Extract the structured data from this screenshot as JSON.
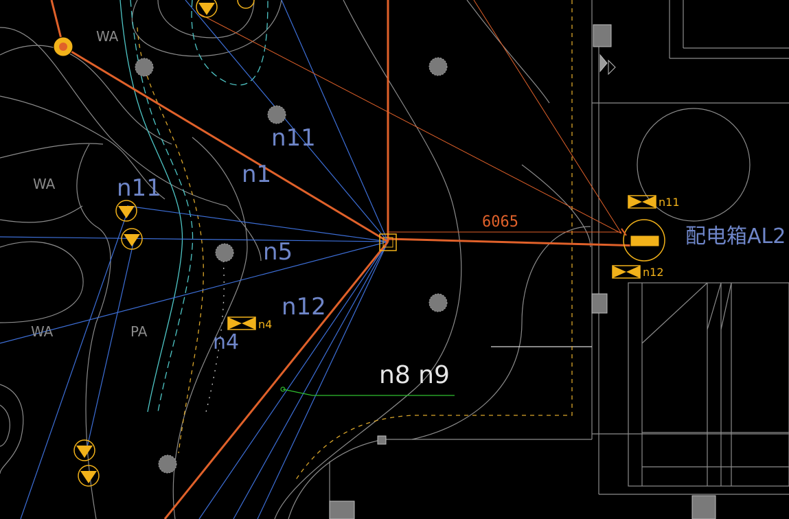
{
  "labels": {
    "zone_wa_top": "WA",
    "zone_wa_mid": "WA",
    "zone_wa_bottom": "WA",
    "zone_pa": "PA",
    "circuit_n11_upper": "n11",
    "circuit_n11_left": "n11",
    "circuit_n1": "n1",
    "circuit_n5": "n5",
    "circuit_n12": "n12",
    "circuit_n4_text": "n4",
    "circuit_n8_n9": "n8 n9",
    "dimension": "6065",
    "panel_name": "配电箱AL2"
  },
  "fixture_tags": {
    "n4": "n4",
    "n11": "n11",
    "n12": "n12"
  },
  "colors": {
    "background": "#000000",
    "wire_orange": "#e0612a",
    "wire_blue": "#3d6fd8",
    "fixture_yellow": "#f2b21a",
    "outline_grey": "#8c8c8c",
    "path_cyan": "#4fc7c7",
    "leader_green": "#2fbf2f",
    "label_blue": "#6f86c9"
  },
  "icons": [
    "downlight-icon",
    "spotlight-icon",
    "junction-box-icon",
    "distribution-panel-icon",
    "tree-symbol-icon"
  ]
}
